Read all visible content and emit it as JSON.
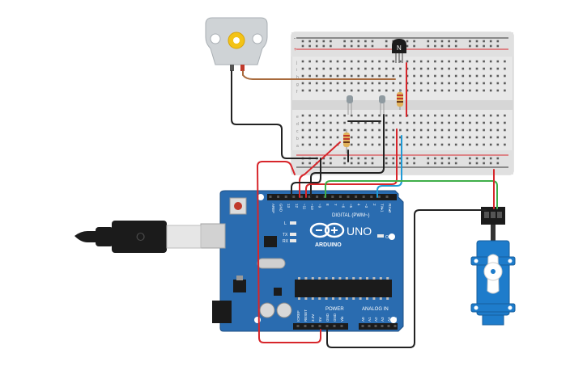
{
  "board": {
    "brand_label": "ARDUINO",
    "model_label": "UNO",
    "digital_header_label": "DIGITAL (PWM~)",
    "power_header_label": "POWER",
    "analog_header_label": "ANALOG IN",
    "on_label": "ON",
    "led_l_label": "L",
    "led_tx_label": "TX",
    "led_rx_label": "RX",
    "digital_pins": [
      "AREF",
      "GND",
      "13",
      "12",
      "~11",
      "~10",
      "~9",
      "8",
      "7",
      "~6",
      "~5",
      "4",
      "~3",
      "2",
      "TX▸1",
      "RX◂0"
    ],
    "power_pins": [
      "IOREF",
      "RESET",
      "3.3V",
      "5V",
      "GND",
      "GND",
      "Vin"
    ],
    "analog_pins": [
      "A0",
      "A1",
      "A2",
      "A3",
      "A4",
      "A5"
    ]
  },
  "breadboard": {
    "row_letters_top": [
      "j",
      "i",
      "h",
      "g",
      "f"
    ],
    "row_letters_bottom": [
      "e",
      "d",
      "c",
      "b",
      "a"
    ],
    "rail_signs": [
      "+",
      "-"
    ]
  },
  "transistor": {
    "label": "N"
  },
  "colors": {
    "board_blue": "#2a6cb0",
    "breadboard": "#e8e8e8",
    "wire_red": "#d7262b",
    "wire_black": "#222222",
    "wire_green": "#3fae49",
    "wire_blue": "#1f9ad6",
    "wire_brown": "#a86a3c",
    "servo_blue": "#1e7ccb",
    "motor_gray": "#cfd3d6"
  }
}
